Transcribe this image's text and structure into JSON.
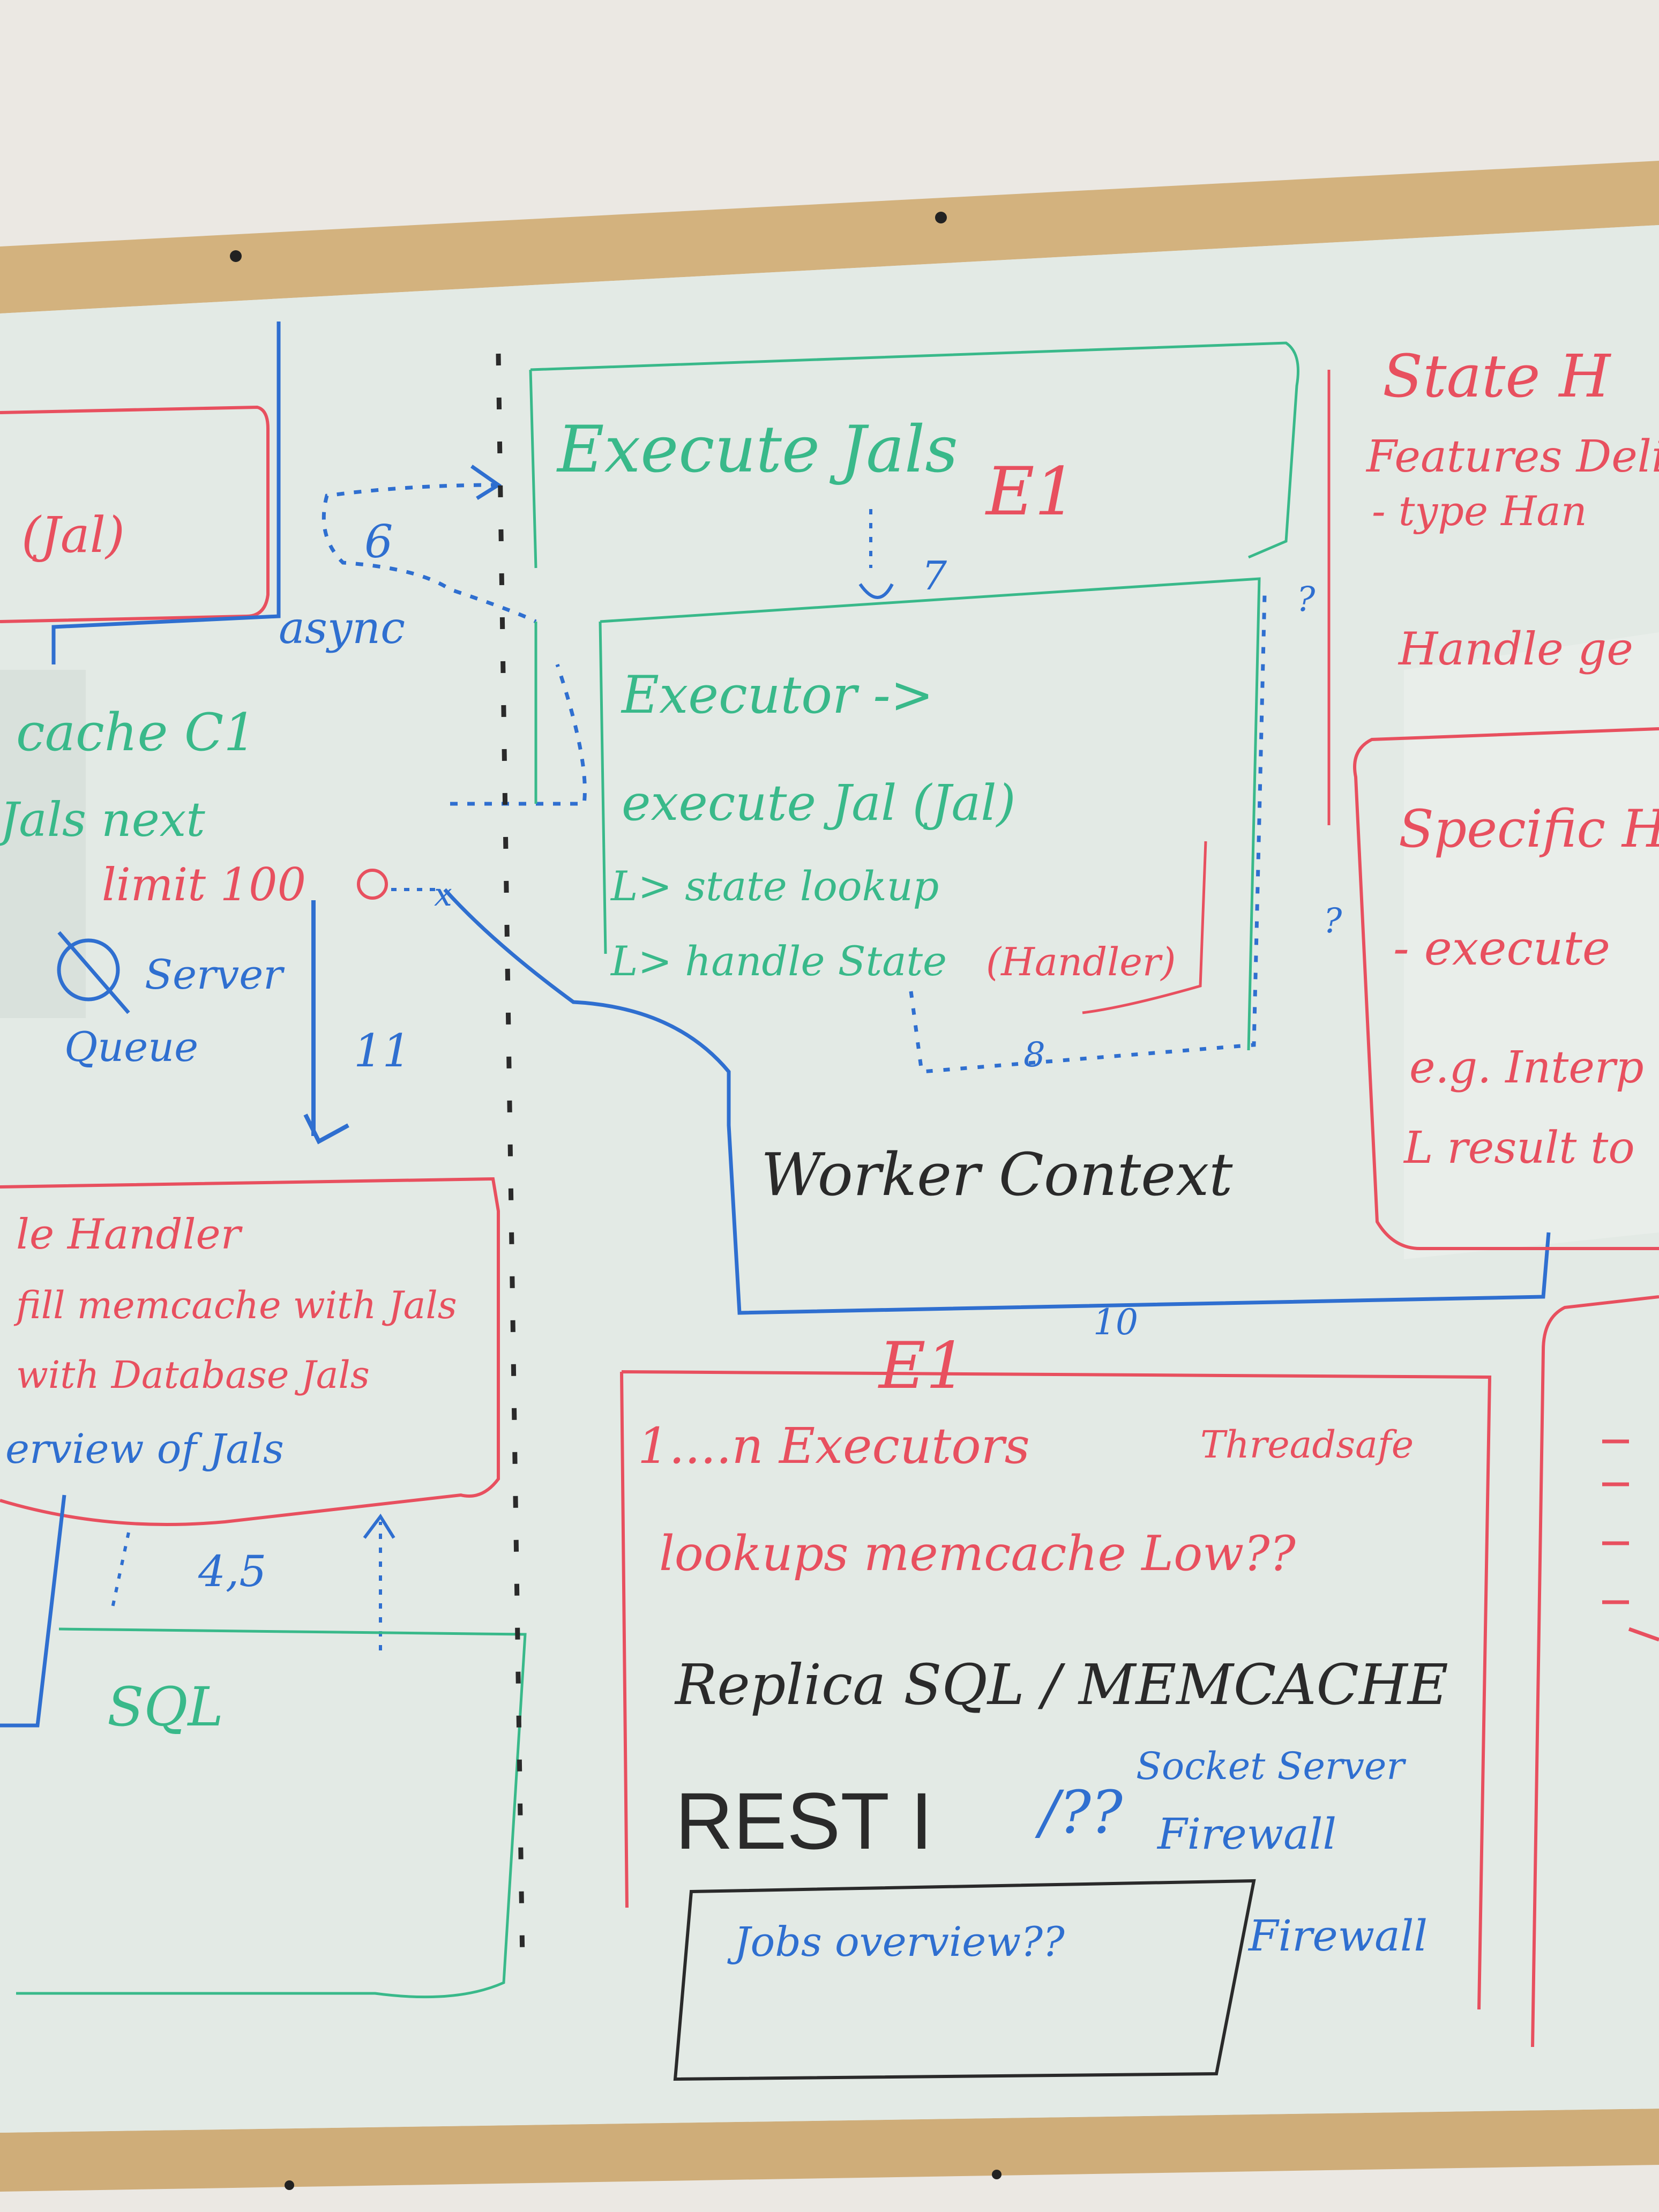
{
  "colors": {
    "wall": "#ece9e4",
    "frame": "#d3b27e",
    "board": "#e4ebe6",
    "green": "#39b98a",
    "red": "#e8505f",
    "blue": "#2f6fd0",
    "black": "#2a2a2a"
  },
  "left_column": {
    "top_box_text": "(Jal)",
    "async_label": "async",
    "step_6": "6",
    "memcache_line": "cache C1",
    "jobs_next_line": "Jals next",
    "limit_line": "limit 100",
    "server_queue_line1": "Server",
    "server_queue_line2": "Queue",
    "step_11": "11",
    "handler_box": {
      "title": "le Handler",
      "line1": "fill memcache with Jals",
      "line2": "with Database Jals",
      "line3": "erview of Jals"
    },
    "step_4_5": "4,5",
    "sql_label": "SQL"
  },
  "center": {
    "execute_jobs_title": "Execute Jals",
    "e1_top": "E1",
    "step_7": "7",
    "executor_box": {
      "line1": "Executor ->",
      "line2": "execute Jal (Jal)",
      "line3": "L> state lookup",
      "line4": "L> handle State",
      "handler_tag": "(Handler)"
    },
    "step_8": "8",
    "worker_context": "Worker Context",
    "step_10": "10"
  },
  "e1_box": {
    "heading": "E1",
    "line1": "1....n Executors",
    "threadsafe": "Threadsafe",
    "line2": "lookups memcache Low??",
    "line3": "Replica SQL / MEMCACHE",
    "rest_label": "REST I",
    "rest_question": "/??",
    "socket_server": "Socket Server",
    "firewall": "Firewall",
    "jobs_overview": "Jobs overview??",
    "firewall_2": "Firewall"
  },
  "right_column": {
    "line1": "State H",
    "line2": "Features Deli",
    "line3": "- type Han",
    "line4": "Handle ge",
    "specific_box_title": "Specific H",
    "specific_line1": "- execute",
    "specific_line2": "e.g. Interp",
    "specific_line3": "L result to"
  },
  "question_marks": {
    "q1": "?",
    "q2": "?"
  }
}
